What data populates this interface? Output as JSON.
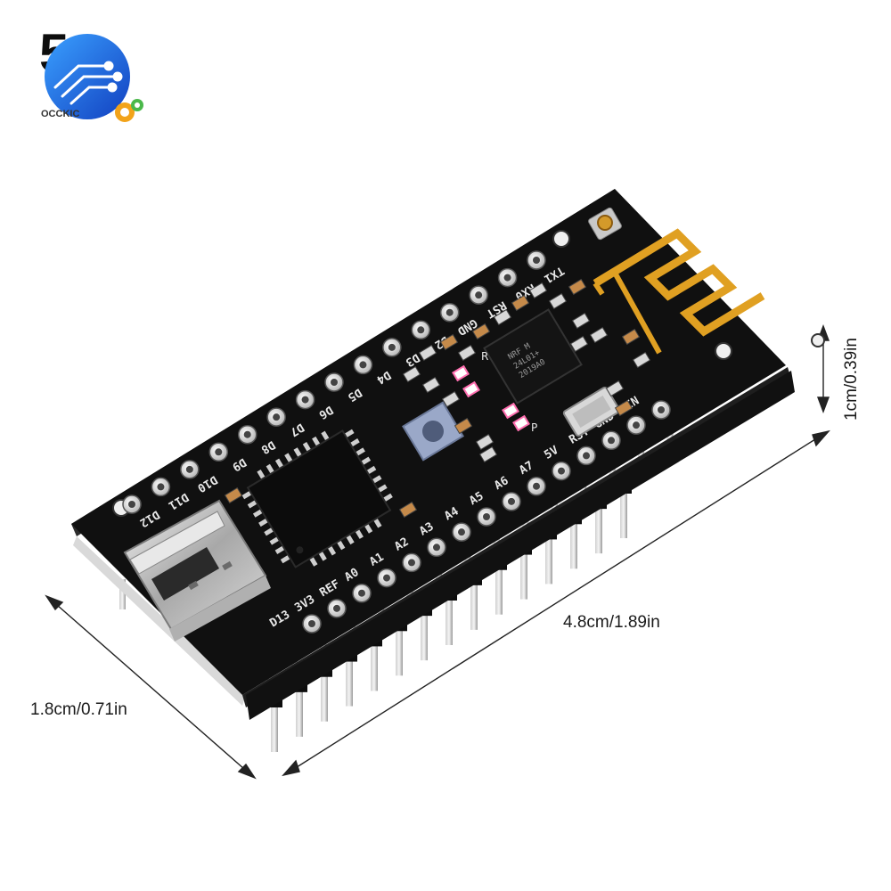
{
  "brand": {
    "name": "OCCKIC",
    "weight_text": "5g"
  },
  "dimensions": {
    "length": "4.8cm/1.89in",
    "width": "1.8cm/0.71in",
    "height": "1cm/0.39in"
  },
  "board": {
    "top_pins": [
      "D12",
      "D11",
      "D10",
      "D9",
      "D8",
      "D7",
      "D6",
      "D5",
      "D4",
      "D3",
      "D2",
      "GND",
      "RST",
      "RX0",
      "TX1"
    ],
    "bottom_pins": [
      "D13",
      "3V3",
      "REF",
      "A0",
      "A1",
      "A2",
      "A3",
      "A4",
      "A5",
      "A6",
      "A7",
      "5V",
      "RST",
      "GND",
      "VIN"
    ],
    "rf_chip_text": [
      "NRF M",
      "24L01+",
      "2019A0"
    ],
    "led_labels": [
      "R",
      "P"
    ]
  },
  "colors": {
    "pcb": "#101010",
    "gold": "#e0a022",
    "silk": "#e8e8e8",
    "logo_blue": "#1f6fe0"
  }
}
